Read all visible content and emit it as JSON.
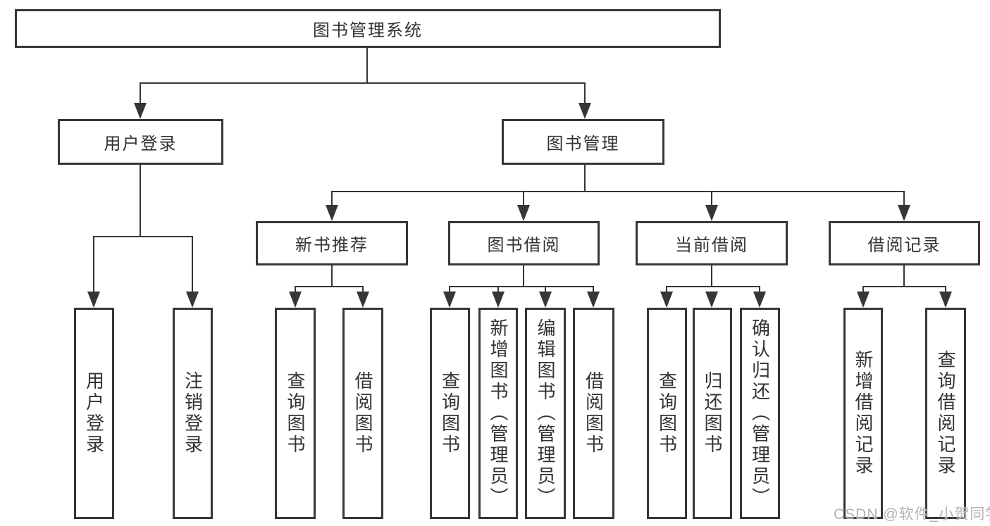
{
  "diagram": {
    "title": "图书管理系统",
    "branches": [
      {
        "label": "用户登录",
        "children": [
          {
            "label": "用户登录"
          },
          {
            "label": "注销登录"
          }
        ]
      },
      {
        "label": "图书管理",
        "children": [
          {
            "label": "新书推荐",
            "children": [
              {
                "label": "查询图书"
              },
              {
                "label": "借阅图书"
              }
            ]
          },
          {
            "label": "图书借阅",
            "children": [
              {
                "label": "查询图书"
              },
              {
                "label": "新增图书（管理员）"
              },
              {
                "label": "编辑图书（管理员）"
              },
              {
                "label": "借阅图书"
              }
            ]
          },
          {
            "label": "当前借阅",
            "children": [
              {
                "label": "查询图书"
              },
              {
                "label": "归还图书"
              },
              {
                "label": "确认归还（管理员）"
              }
            ]
          },
          {
            "label": "借阅记录",
            "children": [
              {
                "label": "新增借阅记录"
              },
              {
                "label": "查询借阅记录"
              }
            ]
          }
        ]
      }
    ]
  },
  "watermark": "CSDN @软件_小贺同学",
  "colors": {
    "line": "#363636",
    "text": "#333333",
    "watermark": "#b3b3b3",
    "background": "#ffffff"
  }
}
